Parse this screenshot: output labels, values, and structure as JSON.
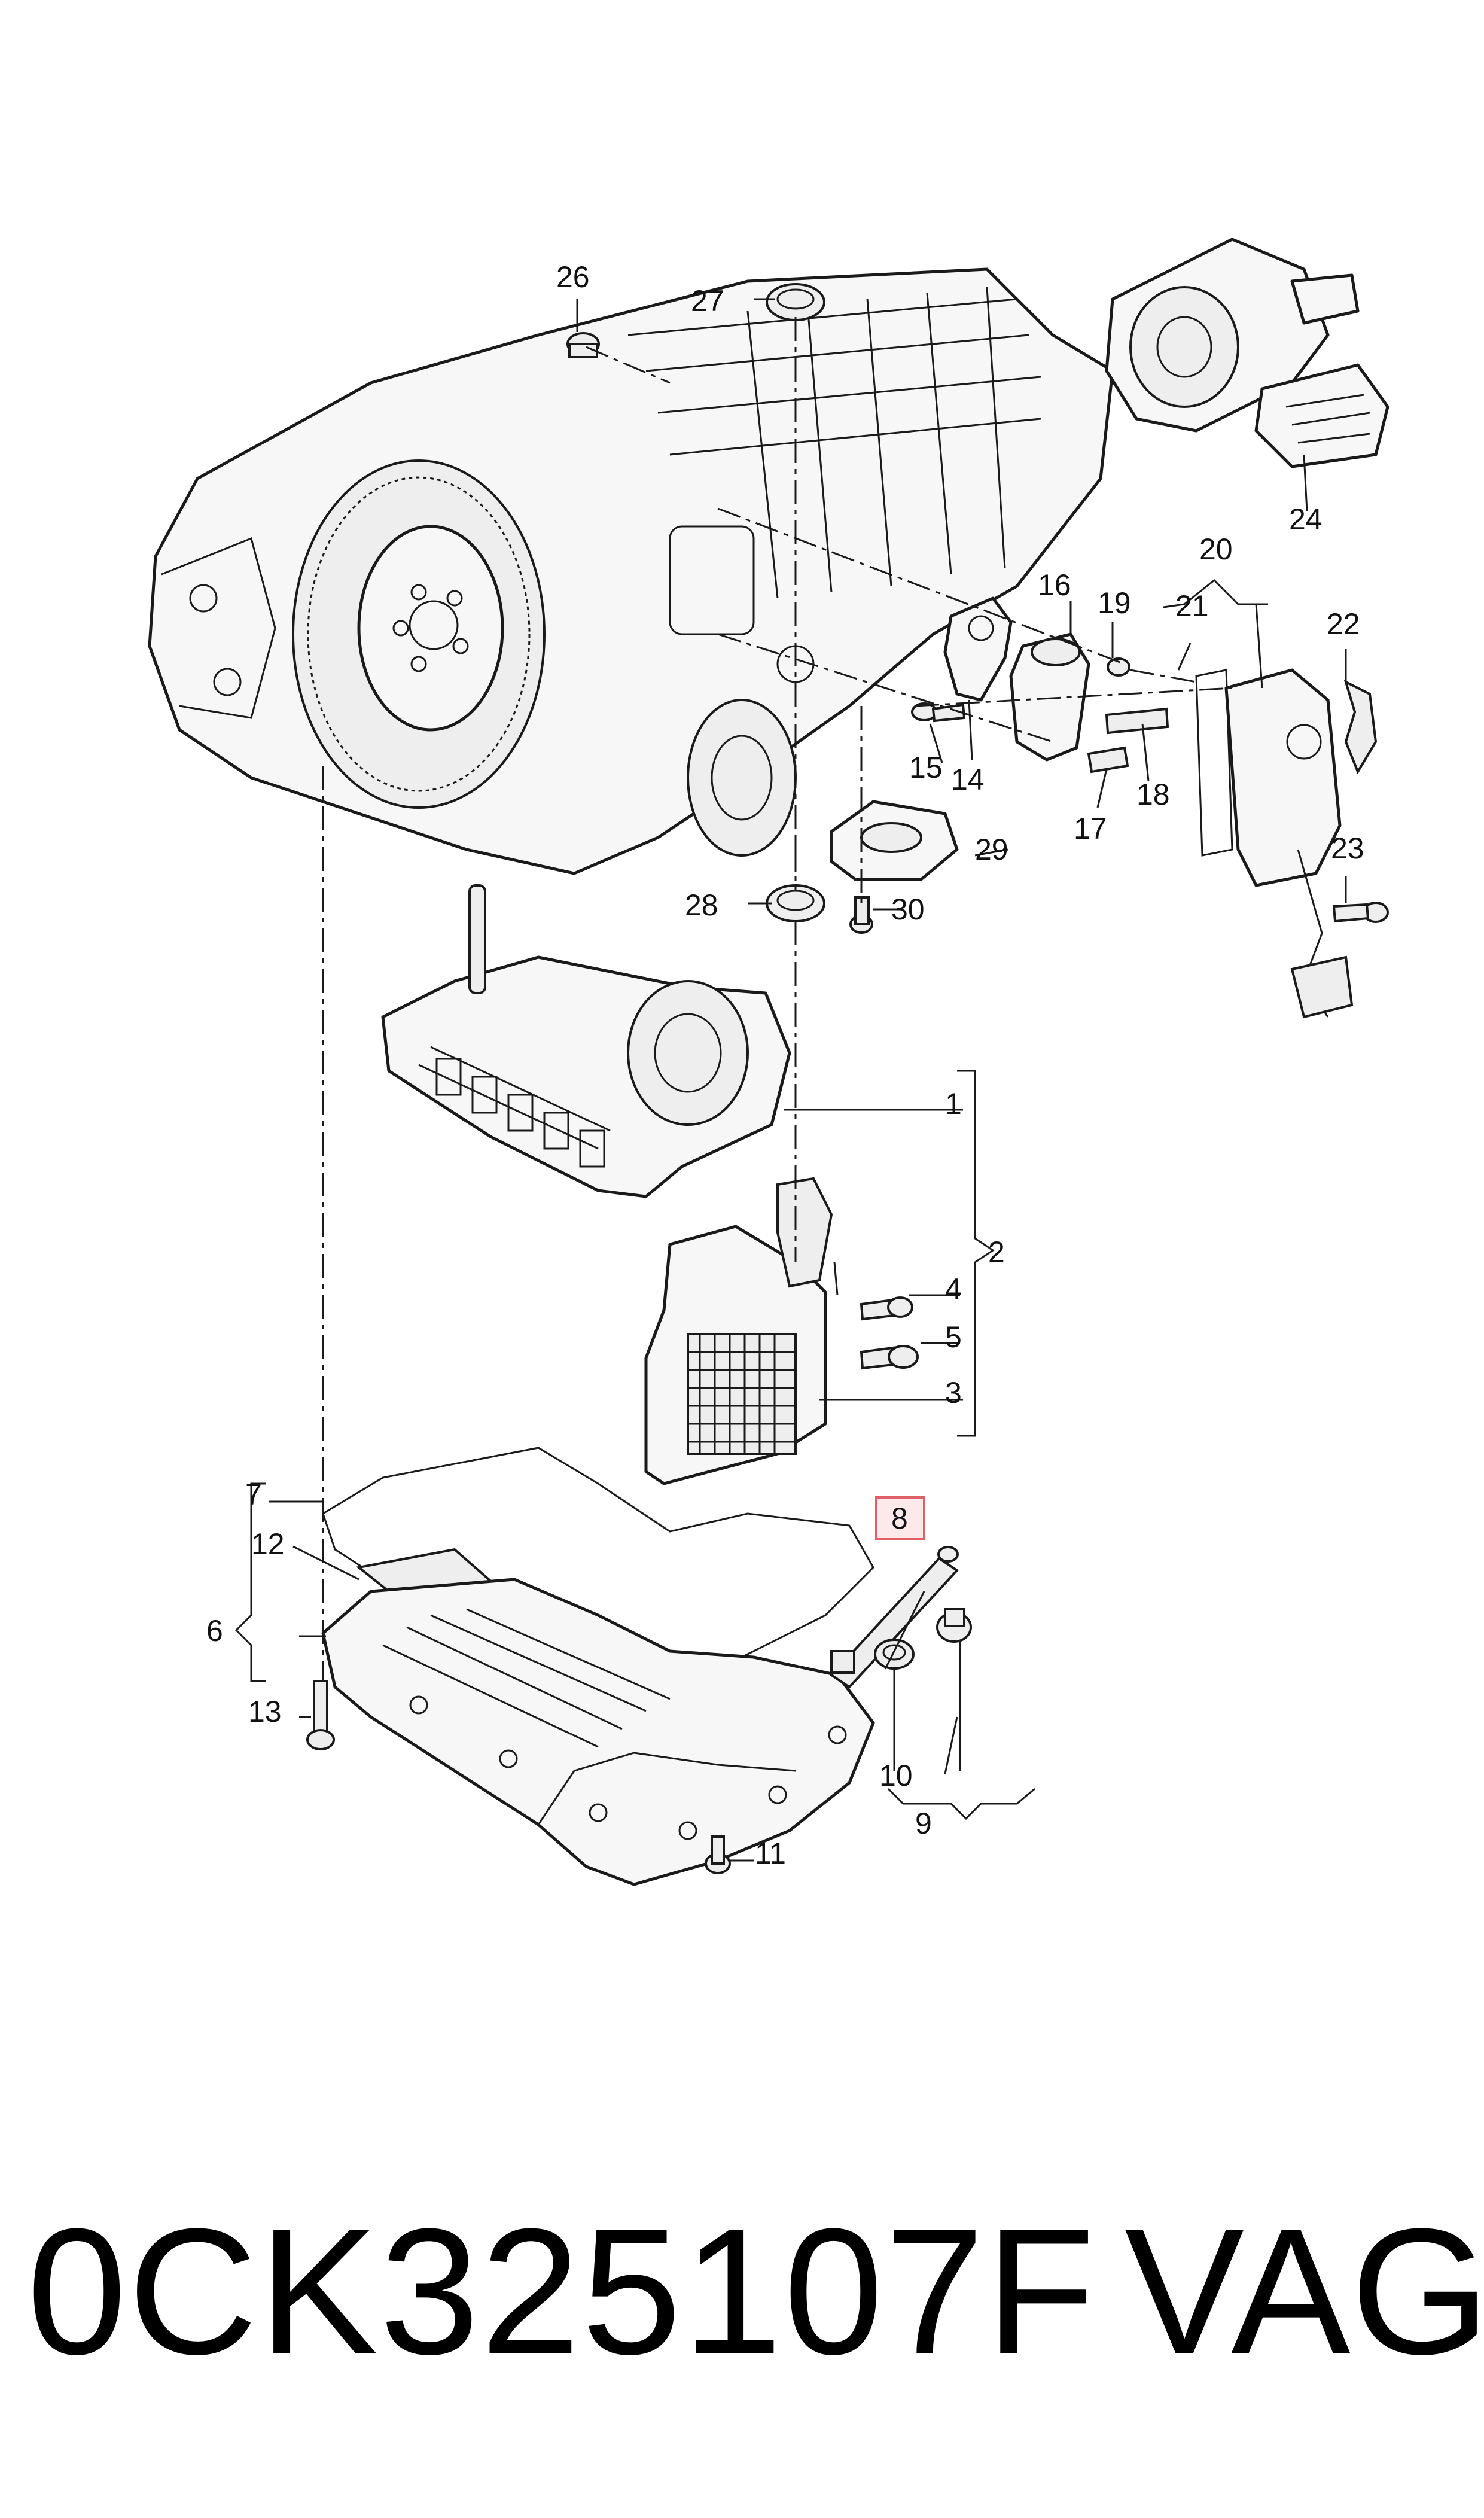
{
  "callouts": [
    {
      "id": "1",
      "text": "1"
    },
    {
      "id": "2",
      "text": "2"
    },
    {
      "id": "3",
      "text": "3"
    },
    {
      "id": "4",
      "text": "4"
    },
    {
      "id": "5",
      "text": "5"
    },
    {
      "id": "6",
      "text": "6"
    },
    {
      "id": "7",
      "text": "7"
    },
    {
      "id": "8",
      "text": "8"
    },
    {
      "id": "9",
      "text": "9"
    },
    {
      "id": "10",
      "text": "10"
    },
    {
      "id": "11",
      "text": "11"
    },
    {
      "id": "12",
      "text": "12"
    },
    {
      "id": "13",
      "text": "13"
    },
    {
      "id": "14",
      "text": "14"
    },
    {
      "id": "15",
      "text": "15"
    },
    {
      "id": "16",
      "text": "16"
    },
    {
      "id": "17",
      "text": "17"
    },
    {
      "id": "18",
      "text": "18"
    },
    {
      "id": "19",
      "text": "19"
    },
    {
      "id": "20",
      "text": "20"
    },
    {
      "id": "21",
      "text": "21"
    },
    {
      "id": "22",
      "text": "22"
    },
    {
      "id": "23",
      "text": "23"
    },
    {
      "id": "24",
      "text": "24"
    },
    {
      "id": "26",
      "text": "26"
    },
    {
      "id": "27",
      "text": "27"
    },
    {
      "id": "28",
      "text": "28"
    },
    {
      "id": "29",
      "text": "29"
    },
    {
      "id": "30",
      "text": "30"
    }
  ],
  "highlighted_callout": "8",
  "highlight_color": "#e0606a",
  "footer": {
    "part_number": "0CK325107F",
    "brand": "VAG"
  }
}
